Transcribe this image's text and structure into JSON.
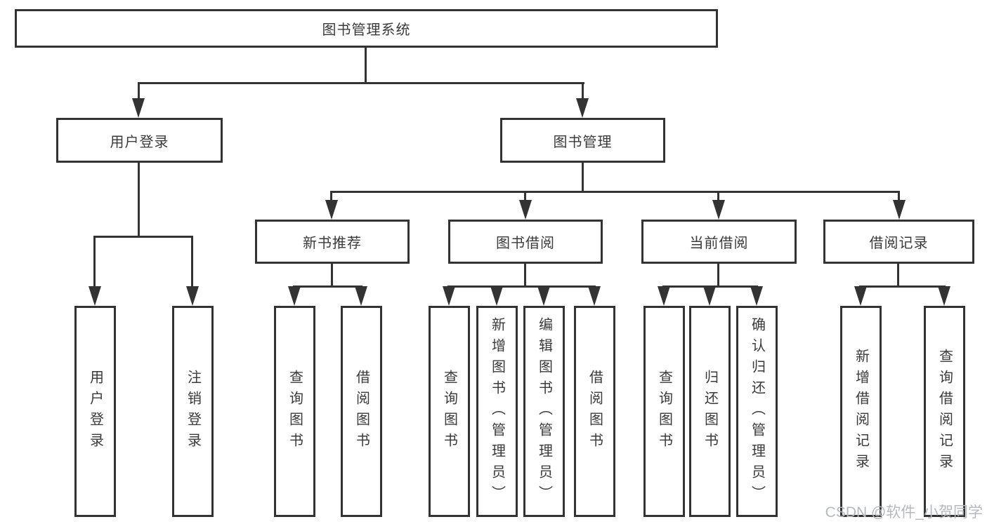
{
  "diagram": {
    "root": {
      "label": "图书管理系统"
    },
    "level1": [
      {
        "id": "user-login",
        "label": "用户登录"
      },
      {
        "id": "book-management",
        "label": "图书管理"
      }
    ],
    "level2": [
      {
        "id": "new-book-recommend",
        "label": "新书推荐"
      },
      {
        "id": "book-borrow",
        "label": "图书借阅"
      },
      {
        "id": "current-borrow",
        "label": "当前借阅"
      },
      {
        "id": "borrow-records",
        "label": "借阅记录"
      }
    ],
    "leaves": {
      "user_login": [
        "用户登录",
        "注销登录"
      ],
      "new_book_recommend": [
        "查询图书",
        "借阅图书"
      ],
      "book_borrow": [
        "查询图书",
        "新增图书（管理员）",
        "编辑图书（管理员）",
        "借阅图书"
      ],
      "current_borrow": [
        "查询图书",
        "归还图书",
        "确认归还（管理员）"
      ],
      "borrow_records": [
        "新增借阅记录",
        "查询借阅记录"
      ]
    },
    "colors": {
      "line": "#333333",
      "text": "#3a3a3a",
      "background": "#ffffff",
      "watermark_text": "#b5b9be"
    },
    "watermark": "CSDN @软件_小贺同学"
  }
}
